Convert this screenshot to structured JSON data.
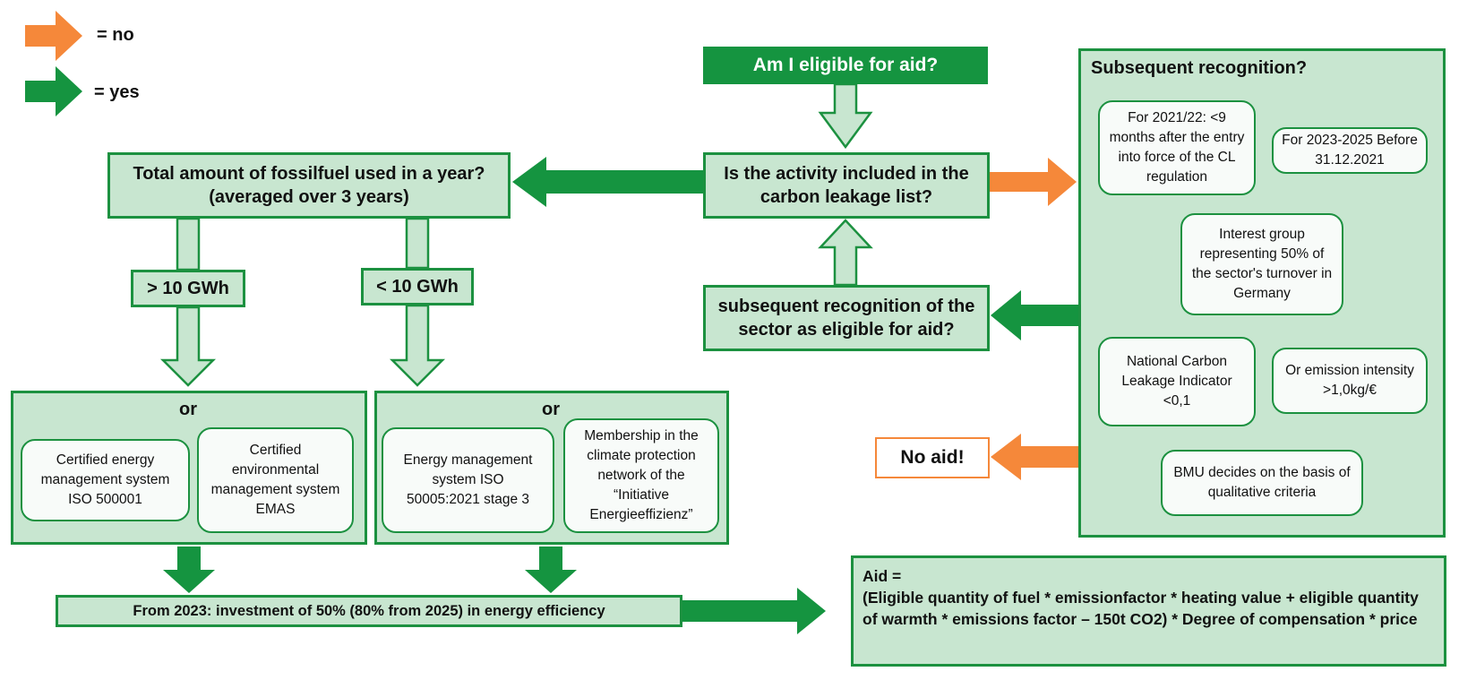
{
  "legend": {
    "no_label": "= no",
    "yes_label": "= yes",
    "no_color": "#f5883a",
    "yes_color": "#159440"
  },
  "start": "Am I eligible for aid?",
  "carbon_leakage_question": "Is the activity included in the carbon leakage list?",
  "fossil_fuel_question": "Total amount of fossilfuel used in a year? (averaged over 3 years)",
  "subsequent_question": "subsequent recognition of the sector as eligible for aid?",
  "thresholds": {
    "high": "> 10 GWh",
    "low": "< 10 GWh"
  },
  "group_high": {
    "or_label": "or",
    "option1": "Certified energy management system ISO 500001",
    "option2": "Certified environmental management system EMAS"
  },
  "group_low": {
    "or_label": "or",
    "option1": "Energy management system ISO 50005:2021 stage 3",
    "option2": "Membership in the climate protection network of the “Initiative Energieeffizienz”"
  },
  "investment": "From 2023: investment of 50% (80% from 2025) in energy efficiency",
  "no_aid": "No aid!",
  "aid_formula": {
    "line1": "Aid =",
    "line2": "(Eligible quantity of fuel  * emissionfactor * heating value + eligible quantity of warmth * emissions factor – 150t CO2) * Degree of compensation * price"
  },
  "recognition_panel": {
    "title": "Subsequent recognition?",
    "period1": "For 2021/22: <9 months after the entry into force of the CL regulation",
    "period2": "For 2023-2025 Before 31.12.2021",
    "interest_group": "Interest group representing 50% of the sector's turnover in Germany",
    "national_indicator": "National Carbon Leakage Indicator <0,1",
    "emission_intensity": "Or emission intensity >1,0kg/€",
    "bmu": "BMU decides on the basis of qualitative criteria"
  }
}
